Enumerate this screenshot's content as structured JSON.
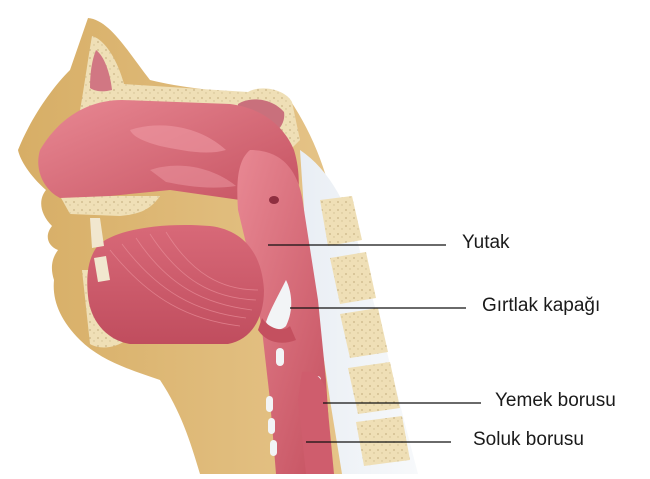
{
  "labels": {
    "pharynx": "Yutak",
    "epiglottis": "Gırtlak kapağı",
    "esophagus": "Yemek borusu",
    "trachea": "Soluk borusu"
  },
  "colors": {
    "skin": "#ddb978",
    "bone": "#efdfb6",
    "tissue": "#d66a78",
    "tissue_dark": "#b9475a",
    "tissue_light": "#ee9aa3",
    "cartilage": "#f2f4f6",
    "line": "#111111"
  }
}
